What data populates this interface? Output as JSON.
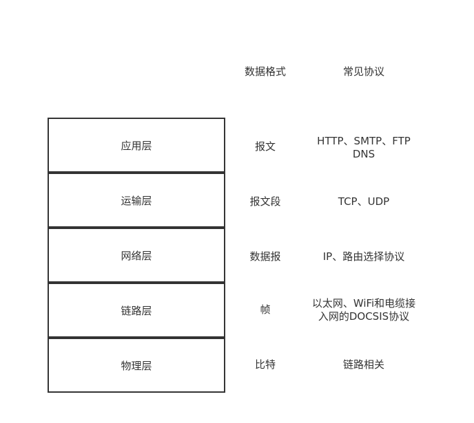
{
  "headers": {
    "format": "数据格式",
    "protocol": "常见协议"
  },
  "layers": [
    {
      "name": "应用层",
      "format": "报文",
      "protocol": "HTTP、SMTP、FTP DNS"
    },
    {
      "name": "运输层",
      "format": "报文段",
      "protocol": "TCP、UDP"
    },
    {
      "name": "网络层",
      "format": "数据报",
      "protocol": "IP、路由选择协议"
    },
    {
      "name": "链路层",
      "format": "帧",
      "protocol": "以太网、WiFi和电缆接入网的DOCSIS协议"
    },
    {
      "name": "物理层",
      "format": "比特",
      "protocol": "链路相关"
    }
  ],
  "colors": {
    "stroke": "#333333",
    "text": "#333333",
    "background": "#ffffff"
  }
}
